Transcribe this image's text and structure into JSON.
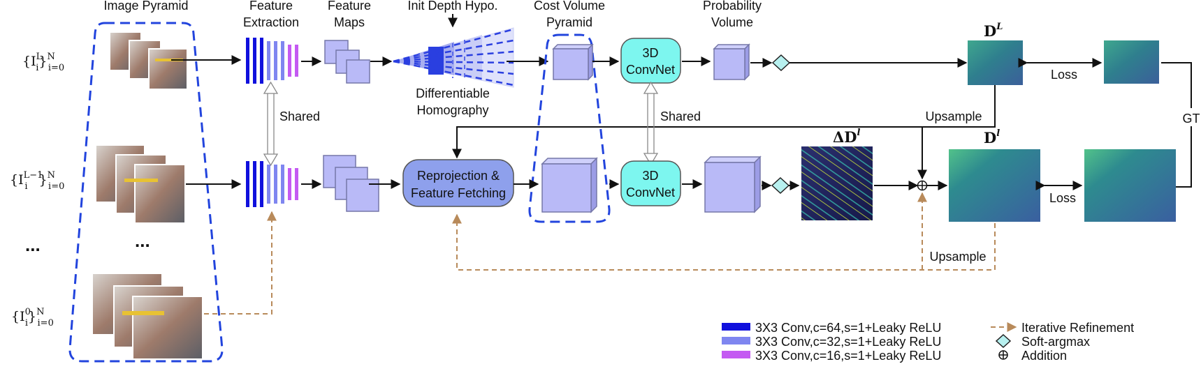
{
  "labels": {
    "image_pyramid": "Image Pyramid",
    "feature_extraction_1": "Feature",
    "feature_extraction_2": "Extraction",
    "feature_maps_1": "Feature",
    "feature_maps_2": "Maps",
    "init_depth": "Init Depth Hypo.",
    "cost_volume_1": "Cost Volume",
    "cost_volume_2": "Pyramid",
    "prob_volume_1": "Probability",
    "prob_volume_2": "Volume",
    "diff_homo_1": "Differentiable",
    "diff_homo_2": "Homography",
    "shared_left": "Shared",
    "shared_mid": "Shared",
    "upsample_top": "Upsample",
    "upsample_bottom": "Upsample",
    "loss_top": "Loss",
    "loss_bottom": "Loss",
    "gt": "GT",
    "convnet_top_1": "3D",
    "convnet_top_2": "ConvNet",
    "convnet_bot_1": "3D",
    "convnet_bot_2": "ConvNet",
    "reproj_1": "Reprojection &",
    "reproj_2": "Feature Fetching",
    "dots_left": "...",
    "dots_mid": "..."
  },
  "math": {
    "row1_base": "{I",
    "row1_sub": "i",
    "row1_sup": "L",
    "row1_close": "}",
    "row1_N": "N",
    "row1_range": "i=0",
    "row2_base": "{I",
    "row2_sub": "i",
    "row2_sup": "L−1",
    "row2_close": "}",
    "row2_N": "N",
    "row2_range": "i=0",
    "row3_base": "{I",
    "row3_sub": "i",
    "row3_sup": "0",
    "row3_close": "}",
    "row3_N": "N",
    "row3_range": "i=0",
    "dL_base": "D",
    "dL_sup": "L",
    "ddl_base": "ΔD",
    "ddl_sup": "l",
    "dl_base": "D",
    "dl_sup": "l"
  },
  "legend": {
    "conv64": "3X3 Conv,c=64,s=1+Leaky ReLU",
    "conv32": "3X3 Conv,c=32,s=1+Leaky ReLU",
    "conv16": "3X3 Conv,c=16,s=1+Leaky ReLU",
    "iterative": "Iterative Refinement",
    "softargmax": "Soft-argmax",
    "addition": "Addition"
  },
  "colors": {
    "conv64": "#1010dd",
    "conv32": "#7f86f0",
    "conv16": "#c45af2",
    "convnet": "#7df6ef",
    "reproj": "#8ea0ec",
    "dash_blue": "#2244dd",
    "dash_tan": "#b88a5a"
  }
}
